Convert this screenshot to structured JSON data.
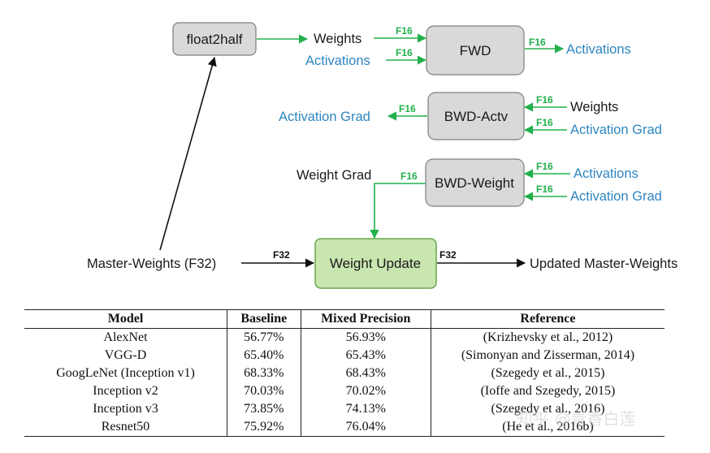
{
  "diagram": {
    "boxes": {
      "float2half": "float2half",
      "fwd": "FWD",
      "bwd_actv": "BWD-Actv",
      "bwd_weight": "BWD-Weight",
      "weight_update": "Weight Update"
    },
    "labels": {
      "fwd_in_weights": "Weights",
      "fwd_in_activations": "Activations",
      "fwd_out_activations": "Activations",
      "bwd_actv_out_grad": "Activation Grad",
      "bwd_actv_in_weights": "Weights",
      "bwd_actv_in_grad": "Activation Grad",
      "bwd_weight_out_grad": "Weight Grad",
      "bwd_weight_in_activations": "Activations",
      "bwd_weight_in_grad": "Activation Grad",
      "master_weights": "Master-Weights (F32)",
      "updated_master_weights": "Updated Master-Weights"
    },
    "precision": {
      "f16": "F16",
      "f32": "F32"
    },
    "colors": {
      "arrow_green": "#22b04b",
      "label_blue": "#2e86c1",
      "box_gray": "#d9d9d9",
      "box_green": "#c9e5b0"
    }
  },
  "table": {
    "headers": [
      "Model",
      "Baseline",
      "Mixed Precision",
      "Reference"
    ],
    "rows": [
      [
        "AlexNet",
        "56.77%",
        "56.93%",
        "(Krizhevsky et al., 2012)"
      ],
      [
        "VGG-D",
        "65.40%",
        "65.43%",
        "(Simonyan and Zisserman, 2014)"
      ],
      [
        "GoogLeNet (Inception v1)",
        "68.33%",
        "68.43%",
        "(Szegedy et al., 2015)"
      ],
      [
        "Inception v2",
        "70.03%",
        "70.02%",
        "(Ioffe and Szegedy, 2015)"
      ],
      [
        "Inception v3",
        "73.85%",
        "74.13%",
        "(Szegedy et al., 2016)"
      ],
      [
        "Resnet50",
        "75.92%",
        "76.04%",
        "(He et al., 2016b)"
      ]
    ]
  },
  "watermark": "知乎 @青香白莲"
}
